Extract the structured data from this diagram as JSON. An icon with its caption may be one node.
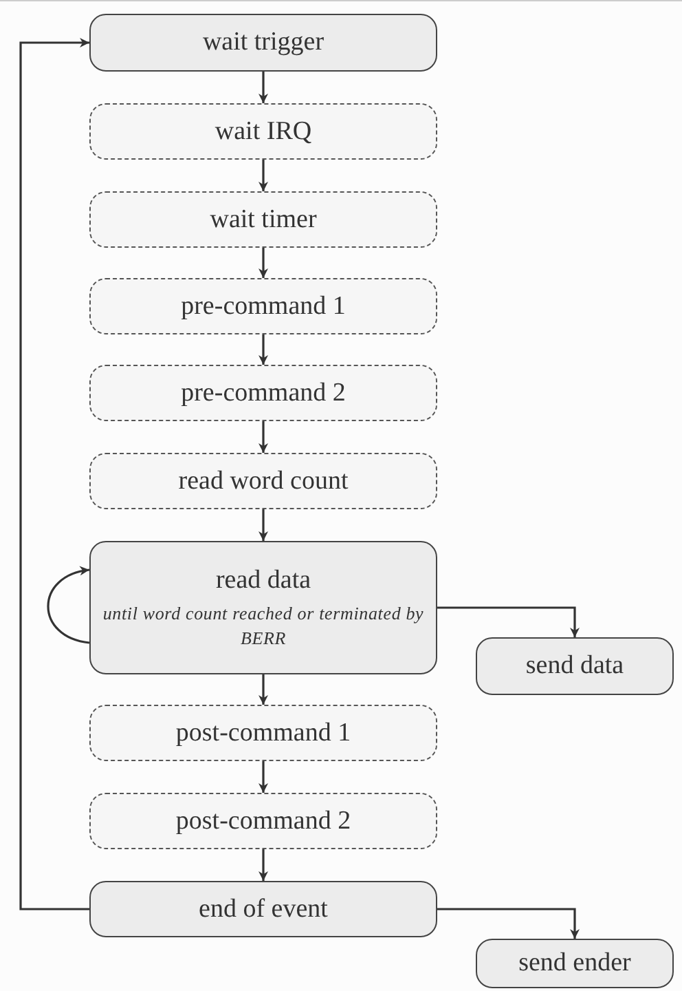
{
  "diagram": {
    "nodes": [
      {
        "text": [
          "wait trigger"
        ]
      },
      {
        "text": [
          "wait IRQ"
        ]
      },
      {
        "text": [
          "wait timer"
        ]
      },
      {
        "text": [
          "pre-command 1"
        ]
      },
      {
        "text": [
          "pre-command 2"
        ]
      },
      {
        "text": [
          "read word count"
        ]
      },
      {
        "text": [
          "read data",
          "until word count reached or terminated by BERR"
        ]
      },
      {
        "text": [
          "send data"
        ]
      },
      {
        "text": [
          "post-command 1"
        ]
      },
      {
        "text": [
          "post-command 2"
        ]
      },
      {
        "text": [
          "end of event"
        ]
      },
      {
        "text": [
          "send ender"
        ]
      }
    ],
    "edges": [
      {
        "from": 0,
        "to": 1,
        "arrow": "to"
      },
      {
        "from": 1,
        "to": 2,
        "arrow": "to"
      },
      {
        "from": 2,
        "to": 3,
        "arrow": "to"
      },
      {
        "from": 3,
        "to": 4,
        "arrow": "to"
      },
      {
        "from": 4,
        "to": 5,
        "arrow": "to"
      },
      {
        "from": 5,
        "to": 6,
        "arrow": "to"
      },
      {
        "from": 6,
        "to": 6,
        "arrow": "to"
      },
      {
        "from": 6,
        "to": 7,
        "arrow": "to"
      },
      {
        "from": 6,
        "to": 8,
        "arrow": "to"
      },
      {
        "from": 8,
        "to": 9,
        "arrow": "to"
      },
      {
        "from": 9,
        "to": 10,
        "arrow": "to"
      },
      {
        "from": 10,
        "to": 0,
        "arrow": "to"
      },
      {
        "from": 10,
        "to": 11,
        "arrow": "to"
      }
    ]
  }
}
